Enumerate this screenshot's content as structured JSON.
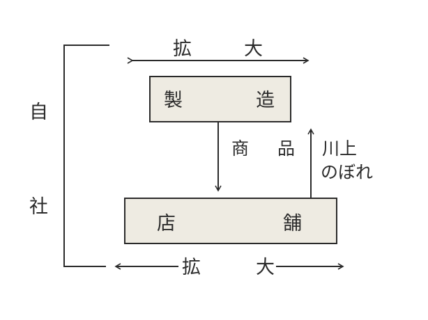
{
  "diagram": {
    "left_label": [
      "自",
      "社"
    ],
    "top_arrow": {
      "label": [
        "拡",
        "大"
      ]
    },
    "bottom_arrow": {
      "label": [
        "拡",
        "大"
      ]
    },
    "manufacturing_box": {
      "label": [
        "製",
        "造"
      ]
    },
    "store_box": {
      "label": [
        "店",
        "舗"
      ]
    },
    "down_arrow_label": [
      "商",
      "品"
    ],
    "up_arrow_label": [
      "川上",
      "のぼれ"
    ]
  }
}
